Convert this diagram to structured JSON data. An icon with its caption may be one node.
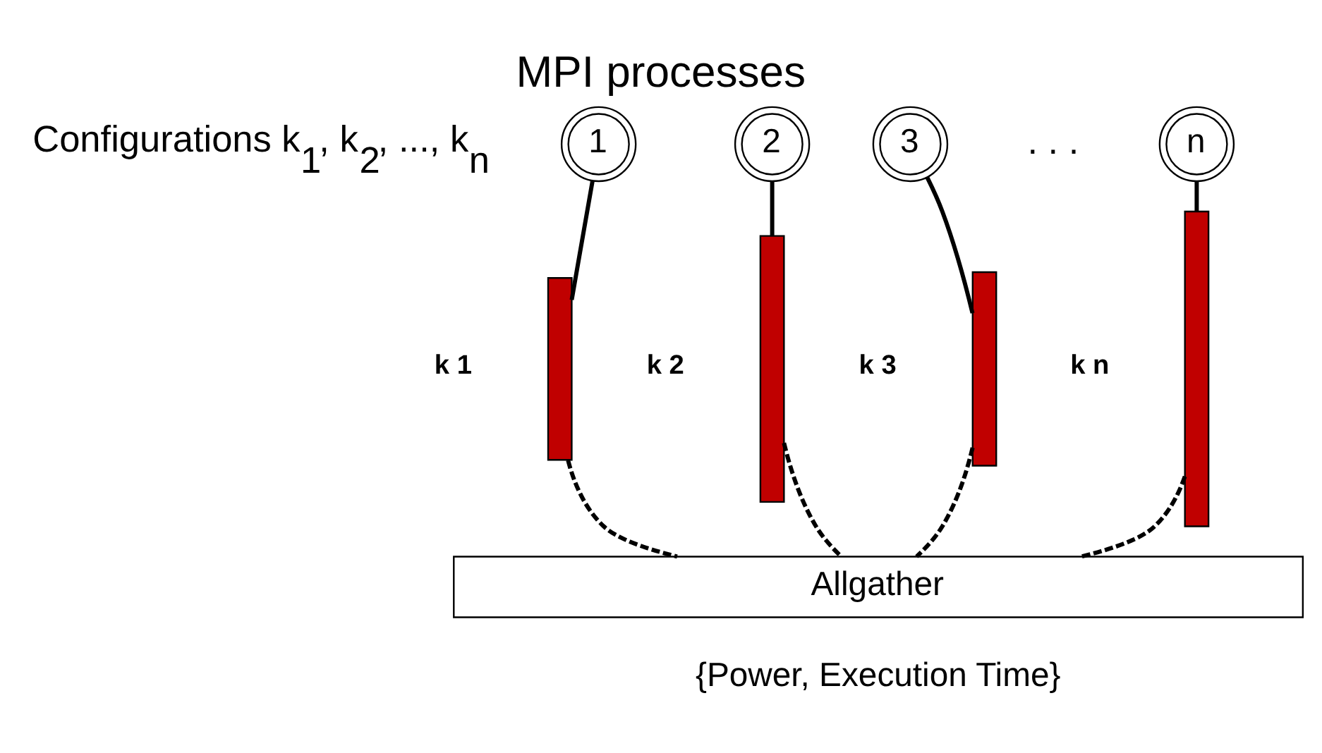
{
  "diagram": {
    "title": "MPI processes",
    "nodes": [
      {
        "text": [
          "1"
        ]
      },
      {
        "text": [
          "2"
        ]
      },
      {
        "text": [
          "3"
        ]
      },
      {
        "text": [
          "n"
        ]
      },
      {
        "text": [],
        "shape": "bar",
        "beside": [
          "k 1"
        ]
      },
      {
        "text": [],
        "shape": "bar",
        "beside": [
          "k 2"
        ]
      },
      {
        "text": [],
        "shape": "bar",
        "beside": [
          "k 3"
        ]
      },
      {
        "text": [],
        "shape": "bar",
        "beside": [
          "k n"
        ]
      },
      {
        "text": [
          "Allgather"
        ],
        "beside": [
          "{Power, Execution Time}"
        ]
      }
    ],
    "edges": [
      {
        "from": 0,
        "to": 4,
        "arrow": "none"
      },
      {
        "from": 1,
        "to": 5,
        "arrow": "none"
      },
      {
        "from": 2,
        "to": 6,
        "arrow": "none"
      },
      {
        "from": 3,
        "to": 7,
        "arrow": "none"
      },
      {
        "from": 4,
        "to": 8,
        "arrow": "none",
        "style": "dashed"
      },
      {
        "from": 5,
        "to": 8,
        "arrow": "none",
        "style": "dashed"
      },
      {
        "from": 6,
        "to": 8,
        "arrow": "none",
        "style": "dashed"
      },
      {
        "from": 7,
        "to": 8,
        "arrow": "none",
        "style": "dashed"
      }
    ],
    "labels": [
      "Configurations k$_{1}$, k$_{2}$, ..., k$_{n}$",
      ". . ."
    ]
  }
}
